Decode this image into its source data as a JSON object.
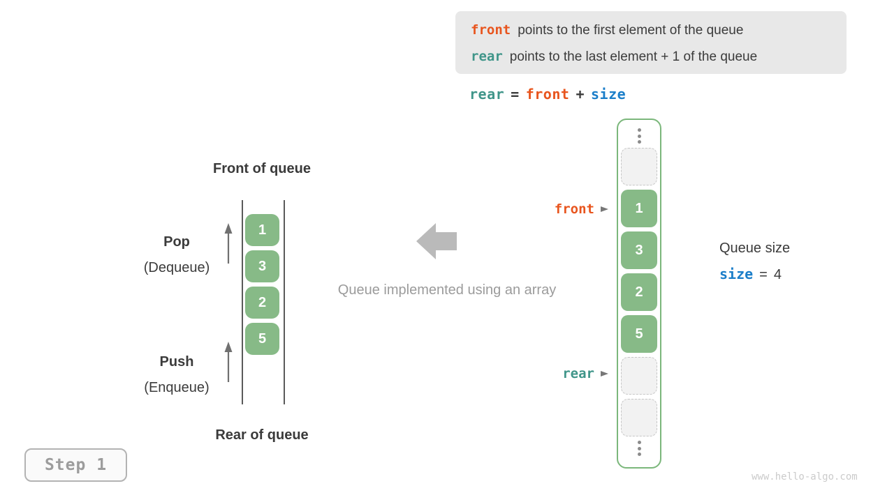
{
  "info_box": {
    "line1": {
      "code": "front",
      "text": "points to the first element of the queue"
    },
    "line2": {
      "code": "rear",
      "text": "points to the last element + 1 of the queue"
    }
  },
  "formula": {
    "lhs": "rear",
    "eq": "=",
    "rhs1": "front",
    "op": "+",
    "rhs2": "size"
  },
  "left_queue": {
    "front_label": "Front of queue",
    "rear_label": "Rear of queue",
    "pop": "Pop",
    "pop_sub": "(Dequeue)",
    "push": "Push",
    "push_sub": "(Enqueue)",
    "values": [
      "1",
      "3",
      "2",
      "5"
    ]
  },
  "middle": {
    "caption": "Queue implemented using an array"
  },
  "array_view": {
    "front_pointer": "front",
    "rear_pointer": "rear",
    "cells": [
      {
        "type": "dots"
      },
      {
        "type": "empty"
      },
      {
        "type": "value",
        "label": "1"
      },
      {
        "type": "value",
        "label": "3"
      },
      {
        "type": "value",
        "label": "2"
      },
      {
        "type": "value",
        "label": "5"
      },
      {
        "type": "empty"
      },
      {
        "type": "empty"
      },
      {
        "type": "dots"
      }
    ],
    "queue_size_label": "Queue size",
    "size_var": "size",
    "size_eq": "=",
    "size_value": "4"
  },
  "step_badge": "Step 1",
  "watermark": "www.hello-algo.com",
  "colors": {
    "orange": "#e8551e",
    "teal": "#3f9589",
    "blue": "#1b7ec9",
    "green_cell": "#87ba87",
    "green_border": "#7bb77b",
    "info_box_bg": "#e8e8e8",
    "caption_gray": "#9b9b9b"
  }
}
